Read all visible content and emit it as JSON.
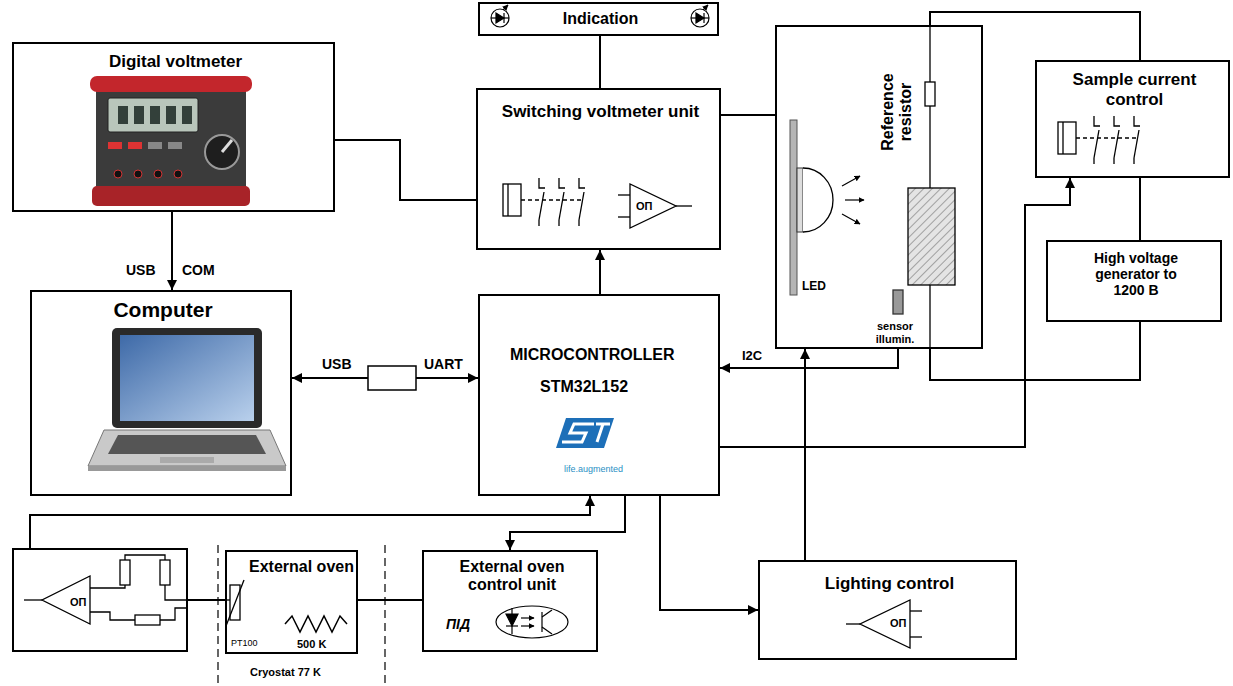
{
  "diagram": {
    "nodes": [
      {
        "text": [
          "Indication"
        ]
      },
      {
        "text": [
          "Digital voltmeter"
        ]
      },
      {
        "text": [
          "Switching voltmeter unit",
          "ОП"
        ]
      },
      {
        "text": [
          "Reference resistor",
          "LED",
          "sensor illumin."
        ]
      },
      {
        "text": [
          "Sample current control"
        ]
      },
      {
        "text": [
          "High voltage generator to 1200 B"
        ]
      },
      {
        "text": [
          "Computer"
        ]
      },
      {
        "text": [
          "MICROCONTROLLER",
          "STM32L152",
          "life.augmented"
        ]
      },
      {
        "text": [
          "ОП"
        ]
      },
      {
        "text": [
          "External oven",
          "500 K",
          "PT100"
        ]
      },
      {
        "text": [
          "External oven control unit",
          "ПІД"
        ]
      },
      {
        "text": [
          "Lighting control",
          "ОП"
        ]
      }
    ],
    "edges": [
      {
        "from": 0,
        "to": 2,
        "arrow": "none"
      },
      {
        "from": 1,
        "to": 2,
        "arrow": "none"
      },
      {
        "from": 1,
        "to": 6,
        "arrow": "to"
      },
      {
        "from": 6,
        "to": 7,
        "arrow": "both"
      },
      {
        "from": 7,
        "to": 2,
        "arrow": "to"
      },
      {
        "from": 2,
        "to": 3,
        "arrow": "none"
      },
      {
        "from": 3,
        "to": 4,
        "arrow": "none"
      },
      {
        "from": 4,
        "to": 5,
        "arrow": "none"
      },
      {
        "from": 3,
        "to": 5,
        "arrow": "none"
      },
      {
        "from": 3,
        "to": 7,
        "arrow": "to",
        "label": "I2C"
      },
      {
        "from": 7,
        "to": 4,
        "arrow": "to"
      },
      {
        "from": 8,
        "to": 7,
        "arrow": "to"
      },
      {
        "from": 8,
        "to": 9,
        "arrow": "none"
      },
      {
        "from": 9,
        "to": 10,
        "arrow": "none"
      },
      {
        "from": 7,
        "to": 10,
        "arrow": "to"
      },
      {
        "from": 7,
        "to": 11,
        "arrow": "to"
      },
      {
        "from": 11,
        "to": 3,
        "arrow": "to"
      }
    ],
    "labels": [
      "USB",
      "COM",
      "USB",
      "UART",
      "Cryostat 77 K"
    ]
  }
}
